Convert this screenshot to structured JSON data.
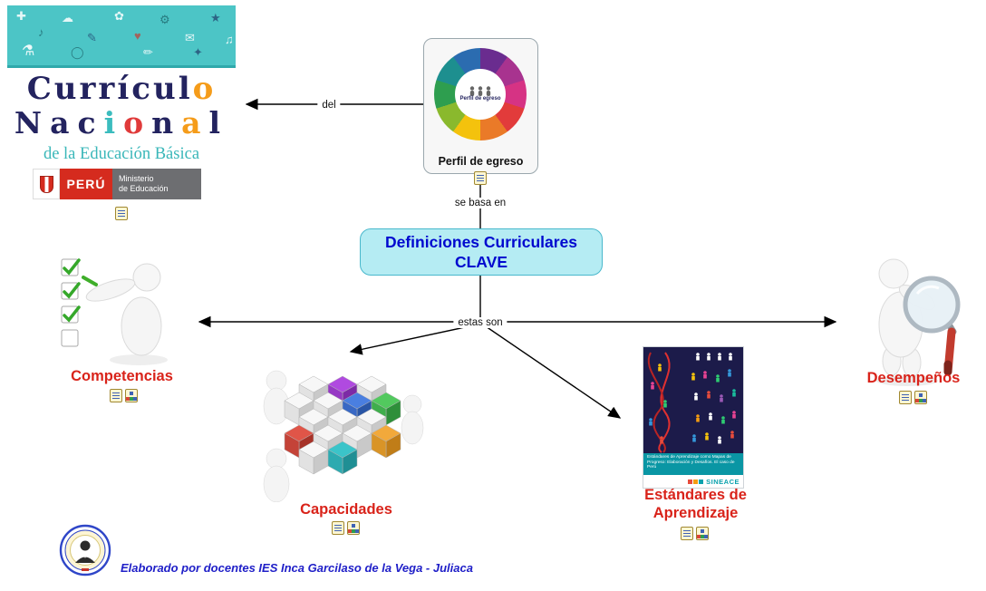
{
  "brand": {
    "word1_letters": [
      [
        "C",
        "#23235f"
      ],
      [
        "u",
        "#23235f"
      ],
      [
        "r",
        "#23235f"
      ],
      [
        "r",
        "#23235f"
      ],
      [
        "í",
        "#23235f"
      ],
      [
        "c",
        "#23235f"
      ],
      [
        "u",
        "#23235f"
      ],
      [
        "l",
        "#23235f"
      ],
      [
        "o",
        "#f59c1a"
      ]
    ],
    "word2_letters": [
      [
        "N",
        "#23235f"
      ],
      [
        "a",
        "#23235f"
      ],
      [
        "c",
        "#23235f"
      ],
      [
        "i",
        "#3bbcbe"
      ],
      [
        "o",
        "#e03a3a"
      ],
      [
        "n",
        "#23235f"
      ],
      [
        "a",
        "#f59c1a"
      ],
      [
        "l",
        "#23235f"
      ]
    ],
    "subtitle": "de la Educación Básica",
    "peru": "PERÚ",
    "ministry_line1": "Ministerio",
    "ministry_line2": "de Educación"
  },
  "nodes": {
    "perfil": {
      "label": "Perfil de egreso",
      "center_text": "Perfil de egreso",
      "ring_colors": [
        "#6a2c8f",
        "#a8338f",
        "#d63384",
        "#e23b3b",
        "#ea7a28",
        "#f4c20d",
        "#8ab92d",
        "#2e9e4f",
        "#1d8f8f",
        "#2b6cb0"
      ]
    },
    "central": {
      "line1": "Definiciones Curriculares",
      "line2": "CLAVE"
    },
    "competencias": {
      "label": "Competencias"
    },
    "capacidades": {
      "label": "Capacidades"
    },
    "estandares": {
      "label": "Estándares de Aprendizaje"
    },
    "desempenos": {
      "label": "Desempeños"
    }
  },
  "links": {
    "del": "del",
    "se_basa_en": "se basa en",
    "estas_son": "estas son"
  },
  "poster": {
    "band_text": "Estándares de Aprendizaje como Mapas de Progreso: Elaboración y Desafíos. El caso de Perú",
    "sineace": "SINEACE"
  },
  "footer": {
    "credit": "Elaborado por docentes IES Inca Garcilaso de la Vega - Juliaca"
  },
  "colors": {
    "central_bg": "#b5ecf3",
    "central_border": "#49b8cc",
    "central_text": "#0008cf",
    "node_label_red": "#d9231a",
    "banner_teal": "#4cc5c6",
    "subtitle_teal": "#3ab7b9",
    "peru_red": "#d52b1e",
    "ministry_gray": "#6d6e71",
    "credit_blue": "#2020c8"
  },
  "icons": {
    "resource": "page-icon",
    "hierarchy": "tree-icon"
  }
}
